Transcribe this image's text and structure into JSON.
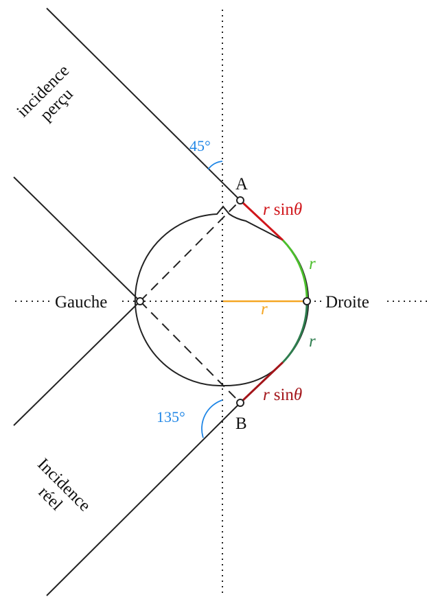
{
  "labels": {
    "left": "Gauche",
    "right": "Droite",
    "point_a": "A",
    "point_b": "B",
    "perceived_line1": "incidence",
    "perceived_line2": "perçu",
    "real_line1": "Incidence",
    "real_line2": "réel",
    "angle_top": "45°",
    "angle_bottom": "135°",
    "r": "r",
    "sin_fn": "sin",
    "theta": "θ"
  },
  "colors": {
    "line": "#222222",
    "angle": "#1f86e6",
    "red": "#d0151a",
    "light_green": "#4cbf2c",
    "dark_green": "#2e7d4e",
    "orange": "#f5a623"
  }
}
